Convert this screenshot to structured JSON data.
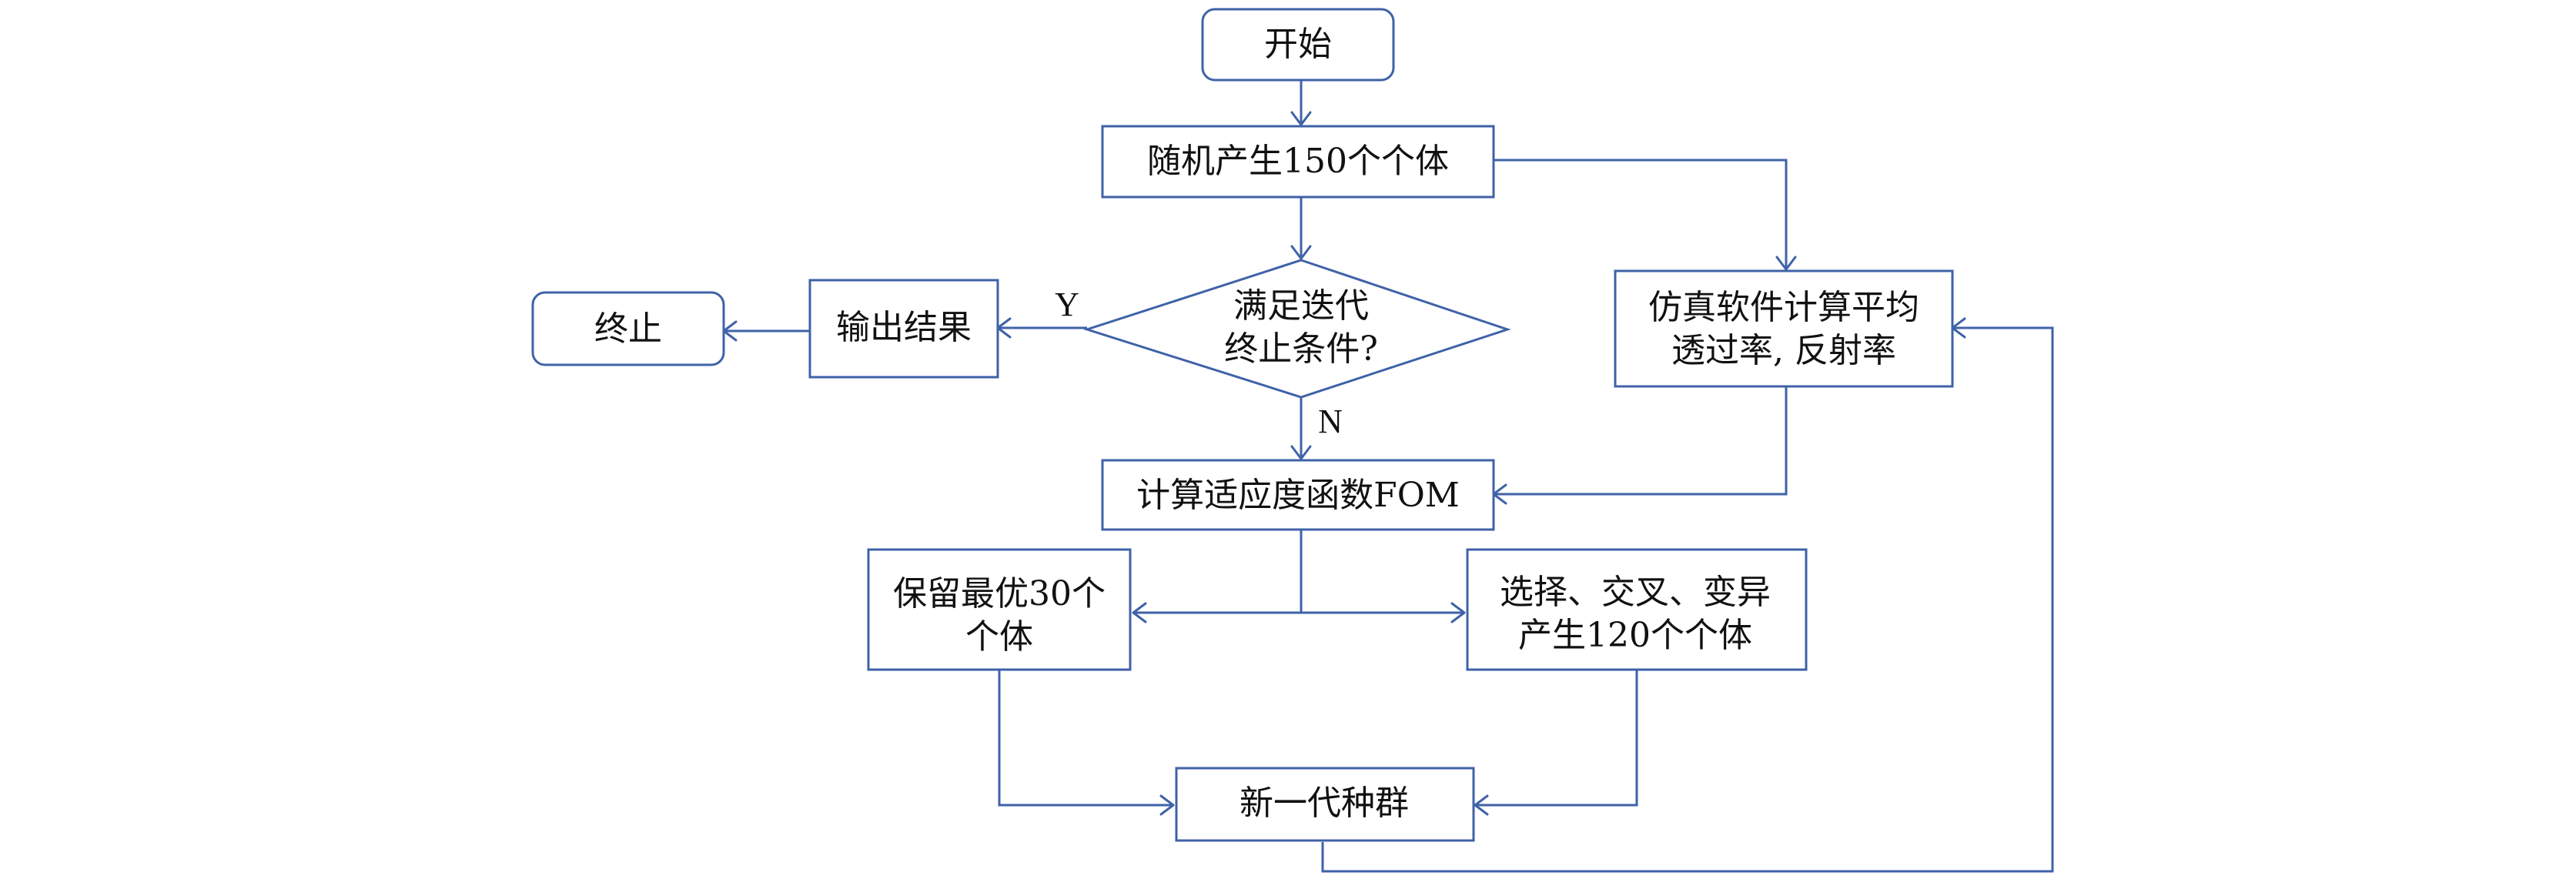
{
  "nodes": {
    "start": "开始",
    "generate": "随机产生150个个体",
    "condition": [
      "满足迭代",
      "终止条件?"
    ],
    "output": "输出结果",
    "terminate": "终止",
    "simulate": [
      "仿真软件计算平均",
      "透过率, 反射率"
    ],
    "fitness": "计算适应度函数FOM",
    "keep_best": [
      "保留最优30个",
      "个体"
    ],
    "evolve": [
      "选择、交叉、变异",
      "产生120个个体"
    ],
    "new_population": "新一代种群"
  },
  "edge_labels": {
    "yes": "Y",
    "no": "N"
  },
  "colors": {
    "line": "#3f62a8",
    "text": "#111111",
    "background": "#ffffff"
  }
}
